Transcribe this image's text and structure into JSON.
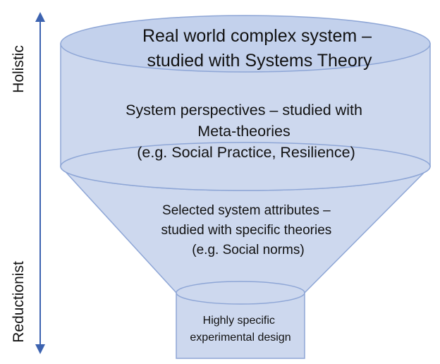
{
  "axis": {
    "top_label": "Holistic",
    "bottom_label": "Reductionist"
  },
  "levels": [
    {
      "lines": [
        "Real world complex system –",
        "studied with Systems Theory"
      ]
    },
    {
      "lines": [
        "System perspectives – studied with",
        "Meta-theories",
        "(e.g. Social Practice, Resilience)"
      ]
    },
    {
      "lines": [
        "Selected system attributes –",
        "studied with specific theories",
        "(e.g. Social norms)"
      ]
    },
    {
      "lines": [
        "Highly specific",
        "experimental design"
      ]
    }
  ],
  "colors": {
    "fill": "#cdd8ee",
    "top_fill": "#c3d1ec",
    "stroke": "#8ea6d6",
    "arrow": "#3d63b0"
  }
}
